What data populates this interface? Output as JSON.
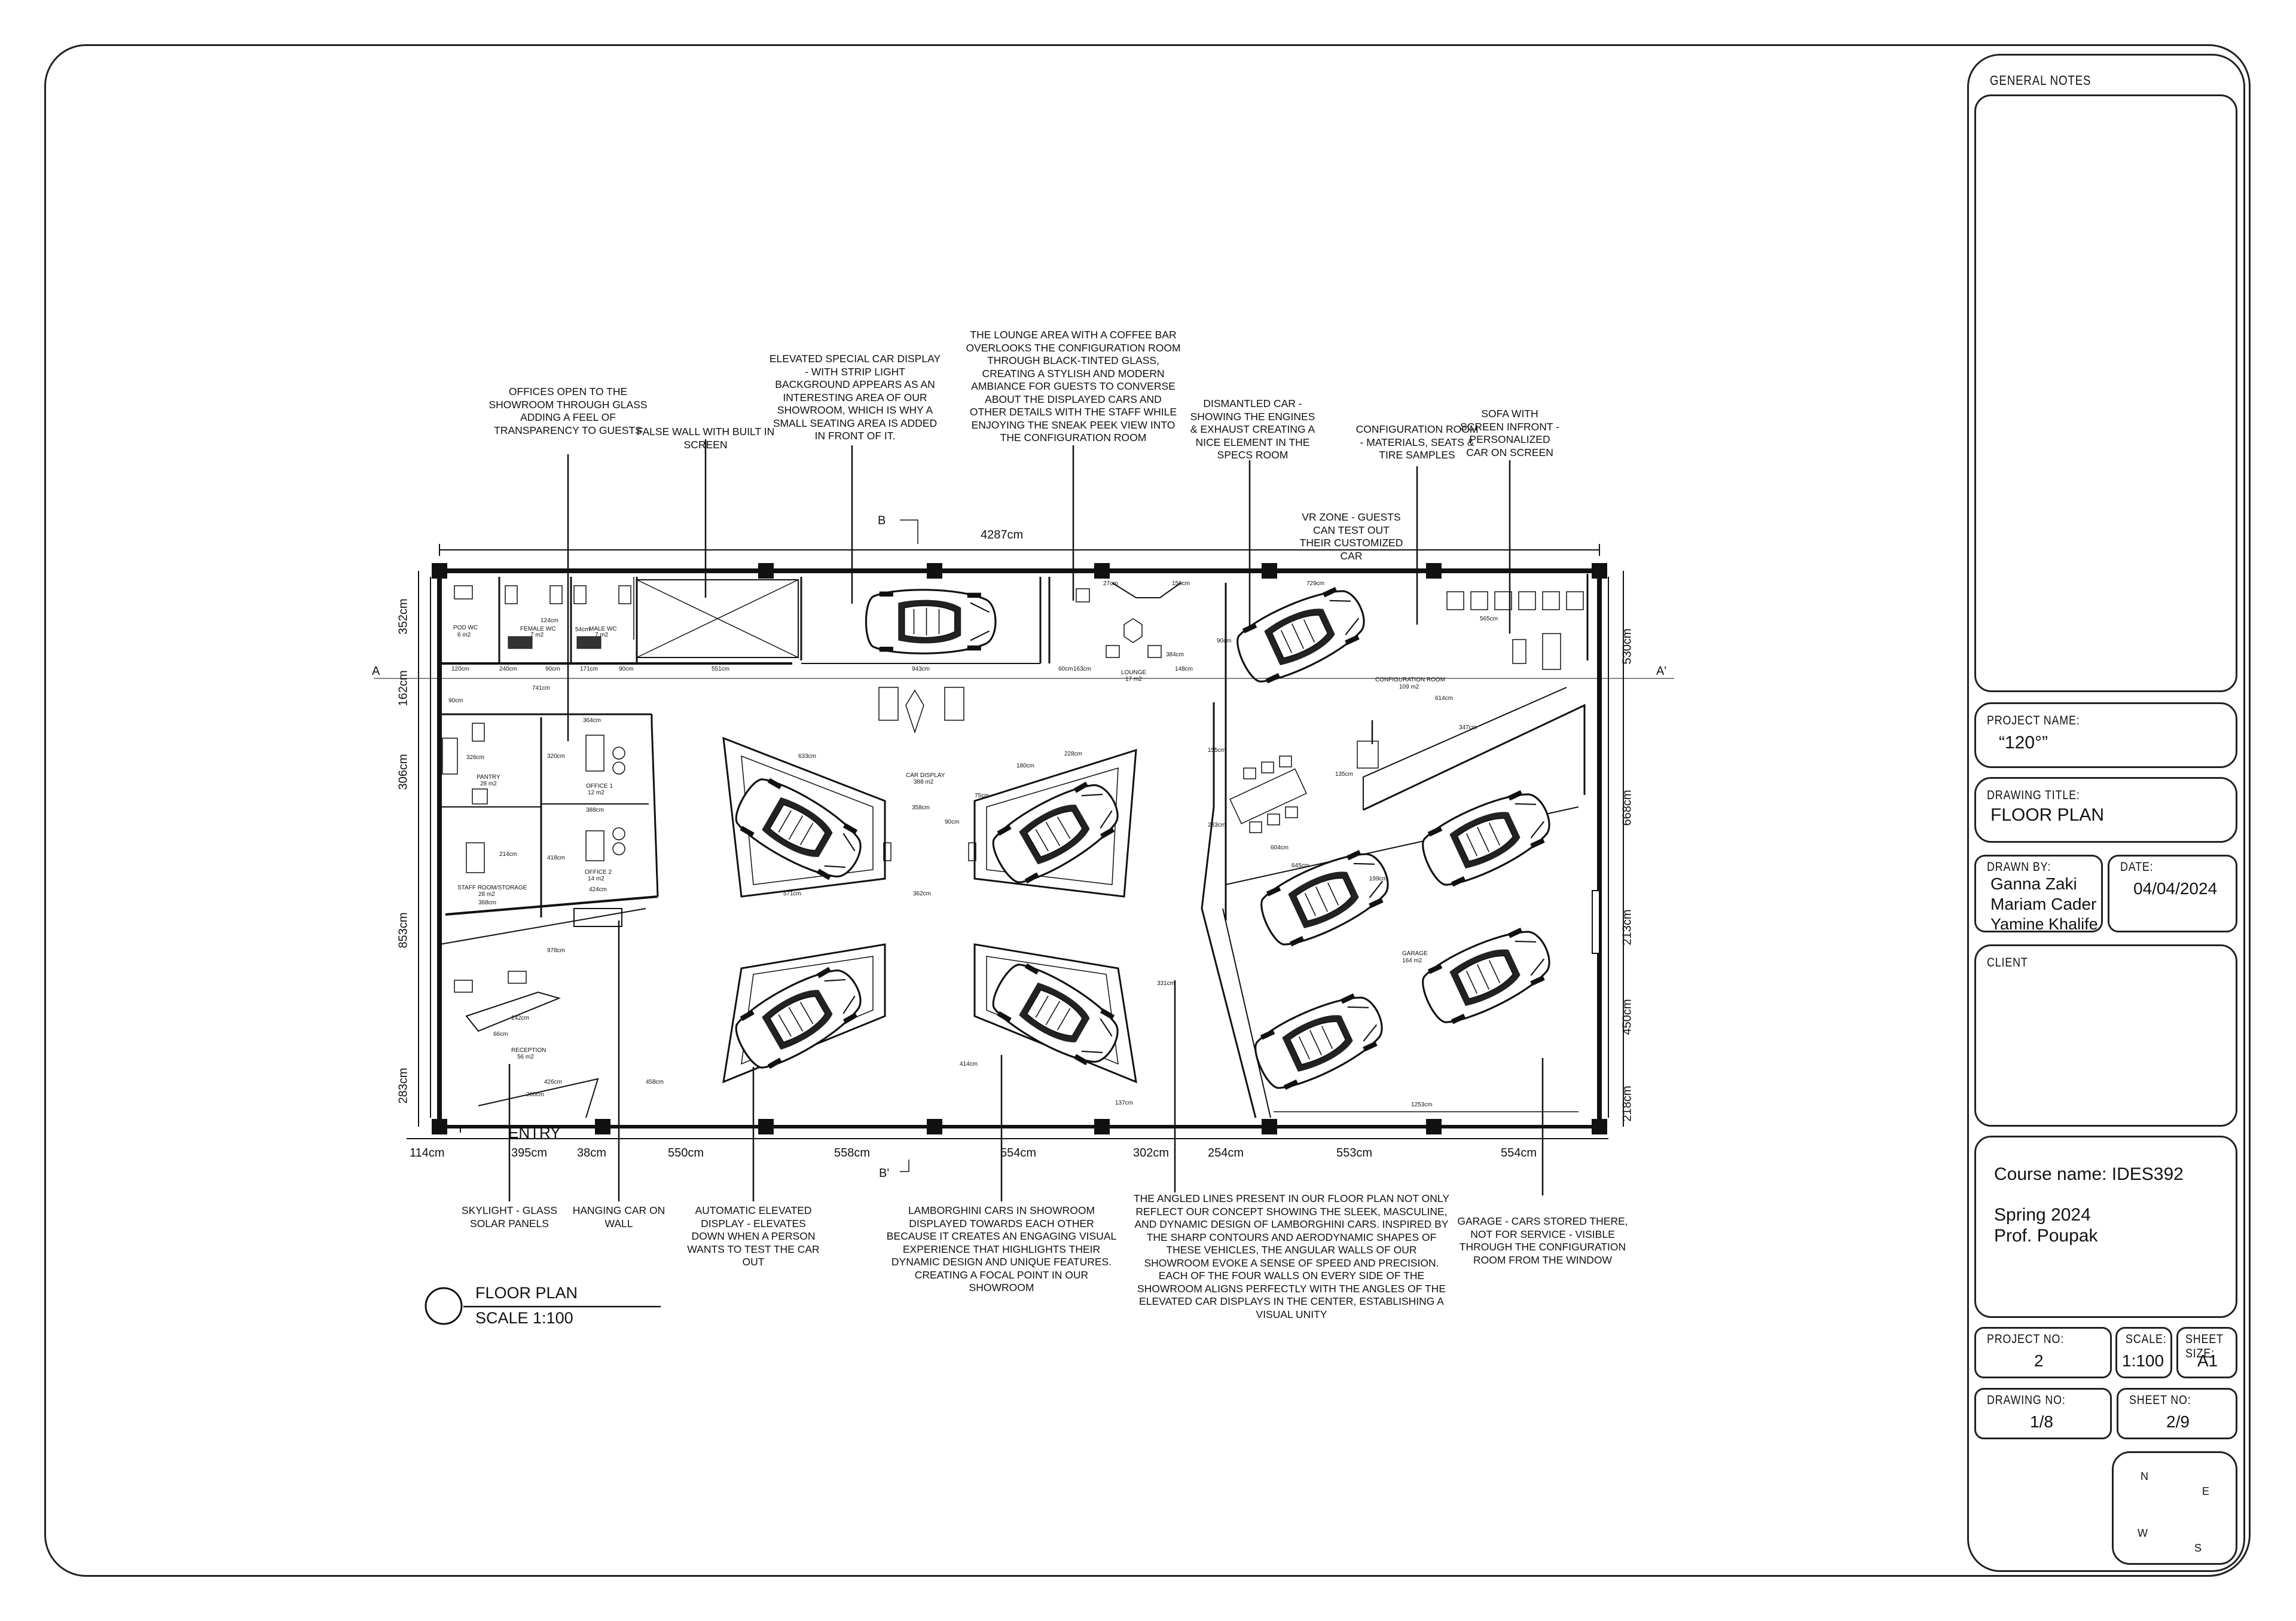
{
  "title_block": {
    "general_notes_label": "GENERAL NOTES",
    "project_name_label": "PROJECT NAME:",
    "project_name": "“120°”",
    "drawing_title_label": "DRAWING TITLE:",
    "drawing_title": "FLOOR PLAN",
    "drawn_by_label": "DRAWN BY:",
    "drawn_by": [
      "Ganna Zaki",
      "Mariam Cader",
      "Yamine Khalife"
    ],
    "date_label": "DATE:",
    "date": "04/04/2024",
    "client_label": "CLIENT",
    "course_name": "Course name: IDES392",
    "semester": "Spring 2024",
    "professor": "Prof. Poupak",
    "project_no_label": "PROJECT NO:",
    "project_no": "2",
    "scale_label": "SCALE:",
    "scale": "1:100",
    "sheet_size_label": "SHEET SIZE:",
    "sheet_size": "A1",
    "drawing_no_label": "DRAWING NO:",
    "drawing_no": "1/8",
    "sheet_no_label": "SHEET NO:",
    "sheet_no": "2/9",
    "compass": {
      "n": "N",
      "e": "E",
      "s": "S",
      "w": "W"
    }
  },
  "plan_title": {
    "name": "FLOOR PLAN",
    "scale": "SCALE 1:100"
  },
  "annotations_top": [
    "OFFICES OPEN TO THE SHOWROOM THROUGH GLASS ADDING A FEEL OF TRANSPARENCY TO GUESTS",
    "FALSE WALL WITH BUILT IN SCREEN",
    "ELEVATED SPECIAL CAR DISPLAY - WITH STRIP LIGHT BACKGROUND APPEARS AS AN INTERESTING AREA OF OUR SHOWROOM, WHICH IS WHY A SMALL SEATING AREA IS ADDED IN FRONT OF IT.",
    "THE LOUNGE AREA WITH A COFFEE BAR OVERLOOKS THE CONFIGURATION ROOM THROUGH BLACK-TINTED GLASS, CREATING A STYLISH AND MODERN AMBIANCE FOR GUESTS TO CONVERSE ABOUT THE DISPLAYED CARS AND OTHER DETAILS WITH THE STAFF WHILE ENJOYING THE SNEAK PEEK VIEW INTO THE CONFIGURATION ROOM",
    "DISMANTLED CAR - SHOWING THE ENGINES & EXHAUST CREATING A NICE ELEMENT IN THE SPECS ROOM",
    "VR ZONE - GUESTS CAN TEST OUT THEIR CUSTOMIZED CAR",
    "CONFIGURATION ROOM - MATERIALS, SEATS & TIRE SAMPLES",
    "SOFA WITH SCREEN INFRONT - PERSONALIZED CAR ON SCREEN"
  ],
  "annotations_bottom": [
    "SKYLIGHT - GLASS SOLAR PANELS",
    "HANGING CAR ON WALL",
    "AUTOMATIC ELEVATED DISPLAY - ELEVATES DOWN WHEN A PERSON WANTS TO TEST THE CAR OUT",
    "LAMBORGHINI CARS IN SHOWROOM DISPLAYED TOWARDS EACH OTHER BECAUSE IT CREATES AN ENGAGING VISUAL EXPERIENCE THAT HIGHLIGHTS THEIR DYNAMIC DESIGN AND UNIQUE FEATURES. CREATING A FOCAL POINT IN OUR SHOWROOM",
    "THE ANGLED LINES PRESENT IN OUR FLOOR PLAN NOT ONLY REFLECT OUR CONCEPT SHOWING THE SLEEK, MASCULINE, AND DYNAMIC DESIGN OF LAMBORGHINI CARS. INSPIRED BY THE SHARP CONTOURS AND AERODYNAMIC SHAPES OF THESE VEHICLES, THE ANGULAR WALLS OF OUR SHOWROOM EVOKE A SENSE OF SPEED AND PRECISION. EACH OF THE FOUR WALLS ON EVERY SIDE OF THE SHOWROOM ALIGNS PERFECTLY WITH THE ANGLES OF THE ELEVATED CAR DISPLAYS IN THE CENTER, ESTABLISHING A VISUAL UNITY",
    "GARAGE - CARS STORED THERE, NOT FOR SERVICE - VISIBLE THROUGH THE CONFIGURATION ROOM FROM THE WINDOW"
  ],
  "dimensions": {
    "overall_top": "4287cm",
    "bottom": [
      "114cm",
      "395cm",
      "38cm",
      "550cm",
      "558cm",
      "554cm",
      "302cm",
      "254cm",
      "553cm",
      "554cm"
    ],
    "left": [
      "352cm",
      "162cm",
      "306cm",
      "853cm",
      "283cm"
    ],
    "right": [
      "530cm",
      "668cm",
      "213cm",
      "450cm",
      "218cm"
    ],
    "interior_row": [
      "120cm",
      "240cm",
      "90cm",
      "171cm",
      "90cm",
      "551cm",
      "943cm",
      "60cm",
      "163cm",
      "148cm"
    ],
    "misc": [
      "741cm",
      "90cm",
      "364cm",
      "388cm",
      "214cm",
      "368cm",
      "424cm",
      "978cm",
      "242cm",
      "66cm",
      "426cm",
      "200cm",
      "458cm",
      "358cm",
      "362cm",
      "633cm",
      "571cm",
      "180cm",
      "228cm",
      "729cm",
      "565cm",
      "614cm",
      "604cm",
      "645cm",
      "1253cm",
      "331cm",
      "414cm",
      "137cm",
      "150cm",
      "27cm",
      "90cm",
      "124cm",
      "54cm",
      "326cm",
      "320cm",
      "418cm",
      "384cm",
      "155cm",
      "135cm",
      "199cm",
      "283cm",
      "75cm",
      "90cm",
      "347cm"
    ]
  },
  "rooms": {
    "pod_wc": "POD WC",
    "pod_wc_area": "6 m2",
    "female_wc": "FEMALE WC",
    "female_wc_area": "7 m2",
    "male_wc": "MALE WC",
    "male_wc_area": "7 m2",
    "pantry": "PANTRY",
    "pantry_area": "28 m2",
    "office1": "OFFICE 1",
    "office1_area": "12 m2",
    "office2": "OFFICE 2",
    "office2_area": "14 m2",
    "storage": "STAFF ROOM/STORAGE",
    "storage_area": "28 m2",
    "reception": "RECEPTION",
    "reception_area": "56 m2",
    "car_display": "CAR DISPLAY",
    "car_display_area": "388 m2",
    "lounge": "LOUNGE",
    "lounge_area": "17 m2",
    "configuration": "CONFIGURATION ROOM",
    "configuration_area": "109 m2",
    "garage": "GARAGE",
    "garage_area": "164 m2",
    "entry": "ENTRY"
  },
  "section_marks": {
    "a": "A",
    "a_prime": "A'",
    "b": "B",
    "b_prime": "B'"
  }
}
